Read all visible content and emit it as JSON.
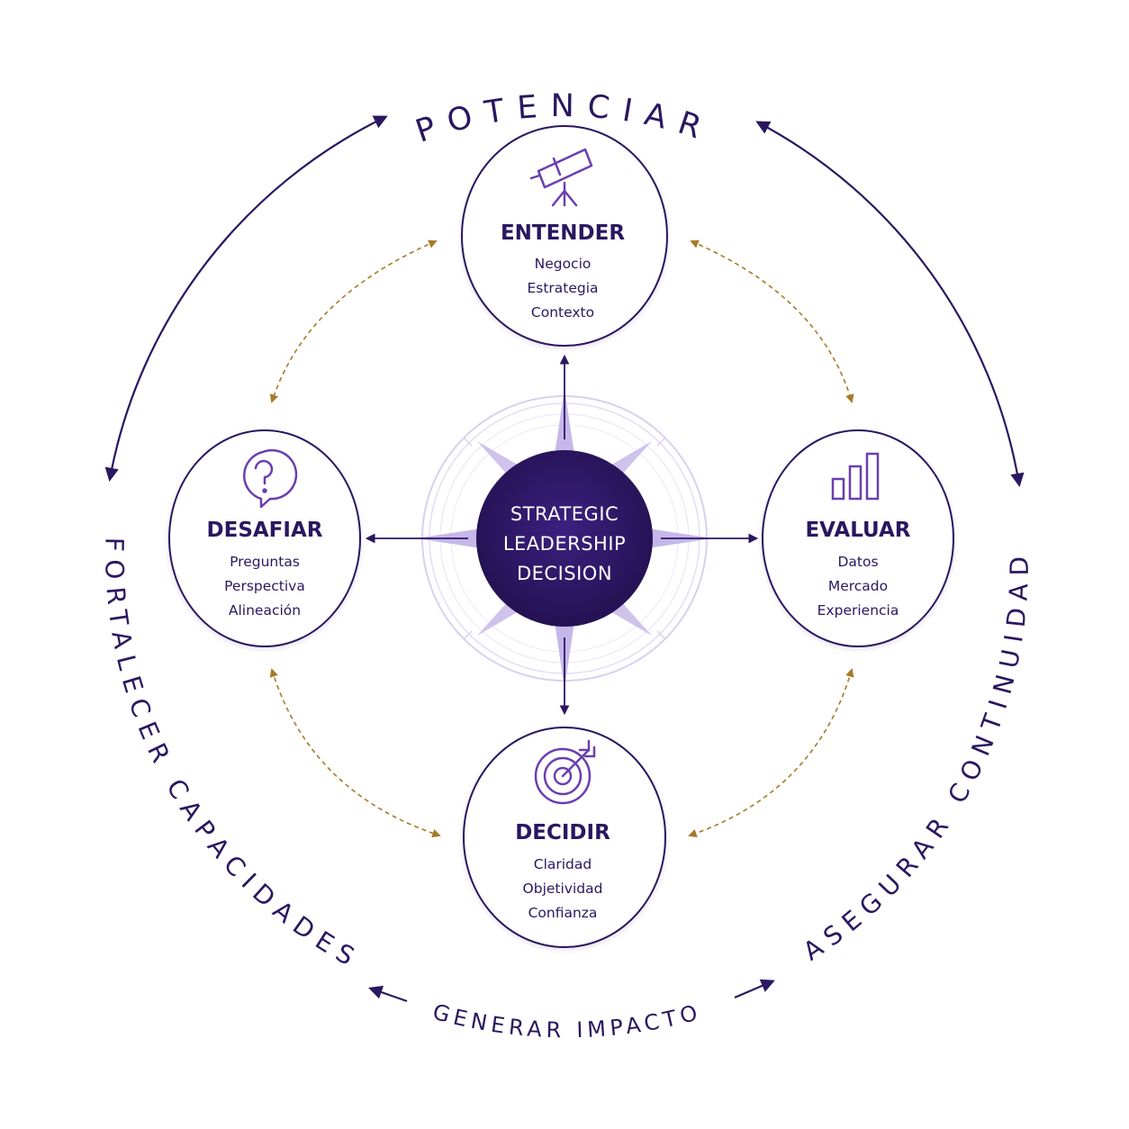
{
  "colors": {
    "primary": "#2a1760",
    "accent_gold": "#a87a28",
    "compass_light": "#cfc3ec",
    "node_border": "#2a1760"
  },
  "center": {
    "line1": "STRATEGIC",
    "line2": "LEADERSHIP",
    "line3": "DECISION"
  },
  "nodes": {
    "entender": {
      "title": "ENTENDER",
      "icon": "telescope-icon",
      "items": [
        "Negocio",
        "Estrategia",
        "Contexto"
      ]
    },
    "desafiar": {
      "title": "DESAFIAR",
      "icon": "question-bubble-icon",
      "items": [
        "Preguntas",
        "Perspectiva",
        "Alineación"
      ]
    },
    "evaluar": {
      "title": "EVALUAR",
      "icon": "bar-chart-icon",
      "items": [
        "Datos",
        "Mercado",
        "Experiencia"
      ]
    },
    "decidir": {
      "title": "DECIDIR",
      "icon": "target-icon",
      "items": [
        "Claridad",
        "Objetividad",
        "Confianza"
      ]
    }
  },
  "outer_labels": {
    "top": "POTENCIAR",
    "left": "FORTALECER CAPACIDADES",
    "right": "ASEGURAR CONTINUIDAD",
    "bottom": "GENERAR IMPACTO"
  }
}
